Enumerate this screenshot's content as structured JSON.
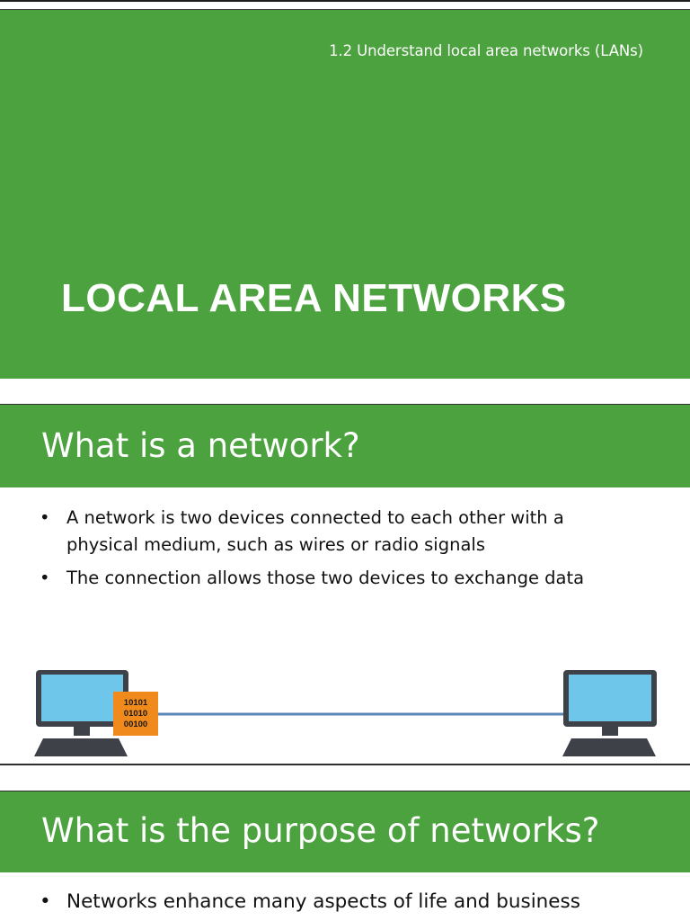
{
  "slide1": {
    "subtitle": "1.2 Understand local area networks (LANs)",
    "title": "LOCAL AREA NETWORKS"
  },
  "slide2": {
    "heading": "What is a network?",
    "bullets": [
      {
        "marker": "•",
        "text_line1": "A network is two devices connected to each other with a",
        "text_line2": "physical medium, such as wires or radio signals"
      },
      {
        "marker": "•",
        "text_line1": "The connection allows those two devices to exchange data",
        "text_line2": ""
      }
    ],
    "diagram": {
      "data_lines": [
        "10101",
        "01010",
        "00100"
      ],
      "colors": {
        "screen": "#6ec6ea",
        "frame": "#3f4148",
        "packet": "#f08a1c",
        "cable": "#5b87b8"
      },
      "icons": [
        "computer-icon",
        "data-packet-icon",
        "network-cable",
        "computer-icon"
      ]
    }
  },
  "slide3": {
    "heading": "What is the purpose of networks?",
    "bullets": [
      {
        "marker": "•",
        "text": "Networks enhance many aspects of life and business"
      }
    ]
  },
  "colors": {
    "accent_green": "#4ca23f",
    "text_dark": "#111111",
    "text_light": "#ffffff"
  }
}
